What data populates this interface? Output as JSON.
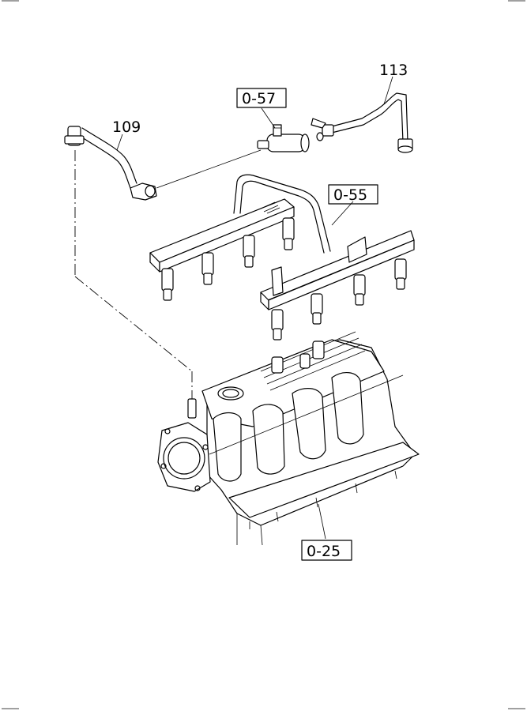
{
  "callouts": {
    "part_109": "109",
    "part_113": "113",
    "ref_0_57": "0-57",
    "ref_0_55": "0-55",
    "ref_0_25": "0-25"
  },
  "colors": {
    "line": "#000000",
    "background": "#ffffff"
  }
}
